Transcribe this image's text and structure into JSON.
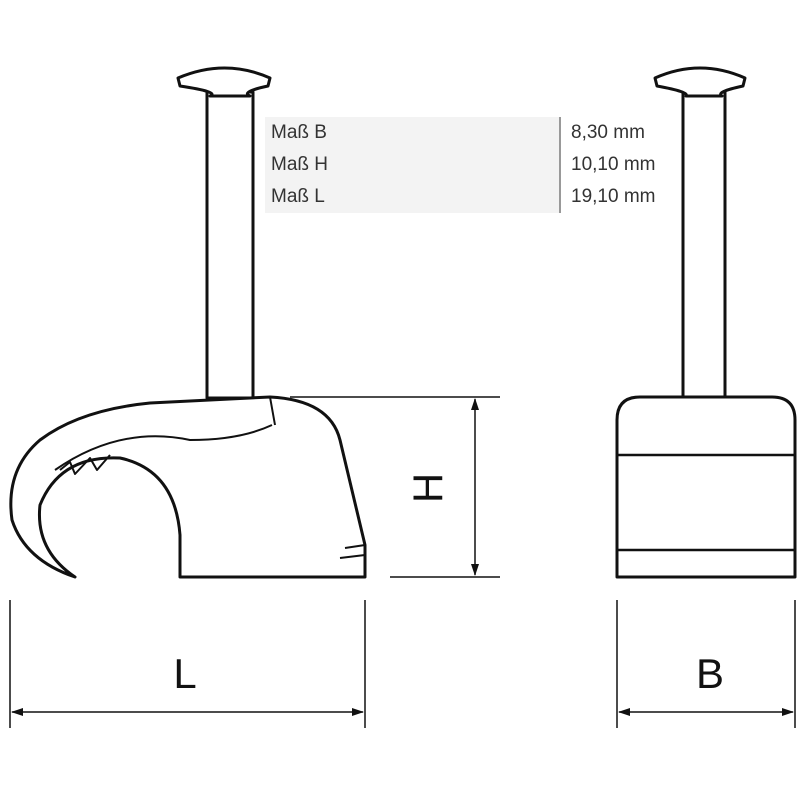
{
  "specs": [
    {
      "label": "Maß B",
      "value": "8,30 mm"
    },
    {
      "label": "Maß H",
      "value": "10,10 mm"
    },
    {
      "label": "Maß L",
      "value": "19,10 mm"
    }
  ],
  "dimensions": {
    "height": "H",
    "length": "L",
    "width": "B"
  }
}
